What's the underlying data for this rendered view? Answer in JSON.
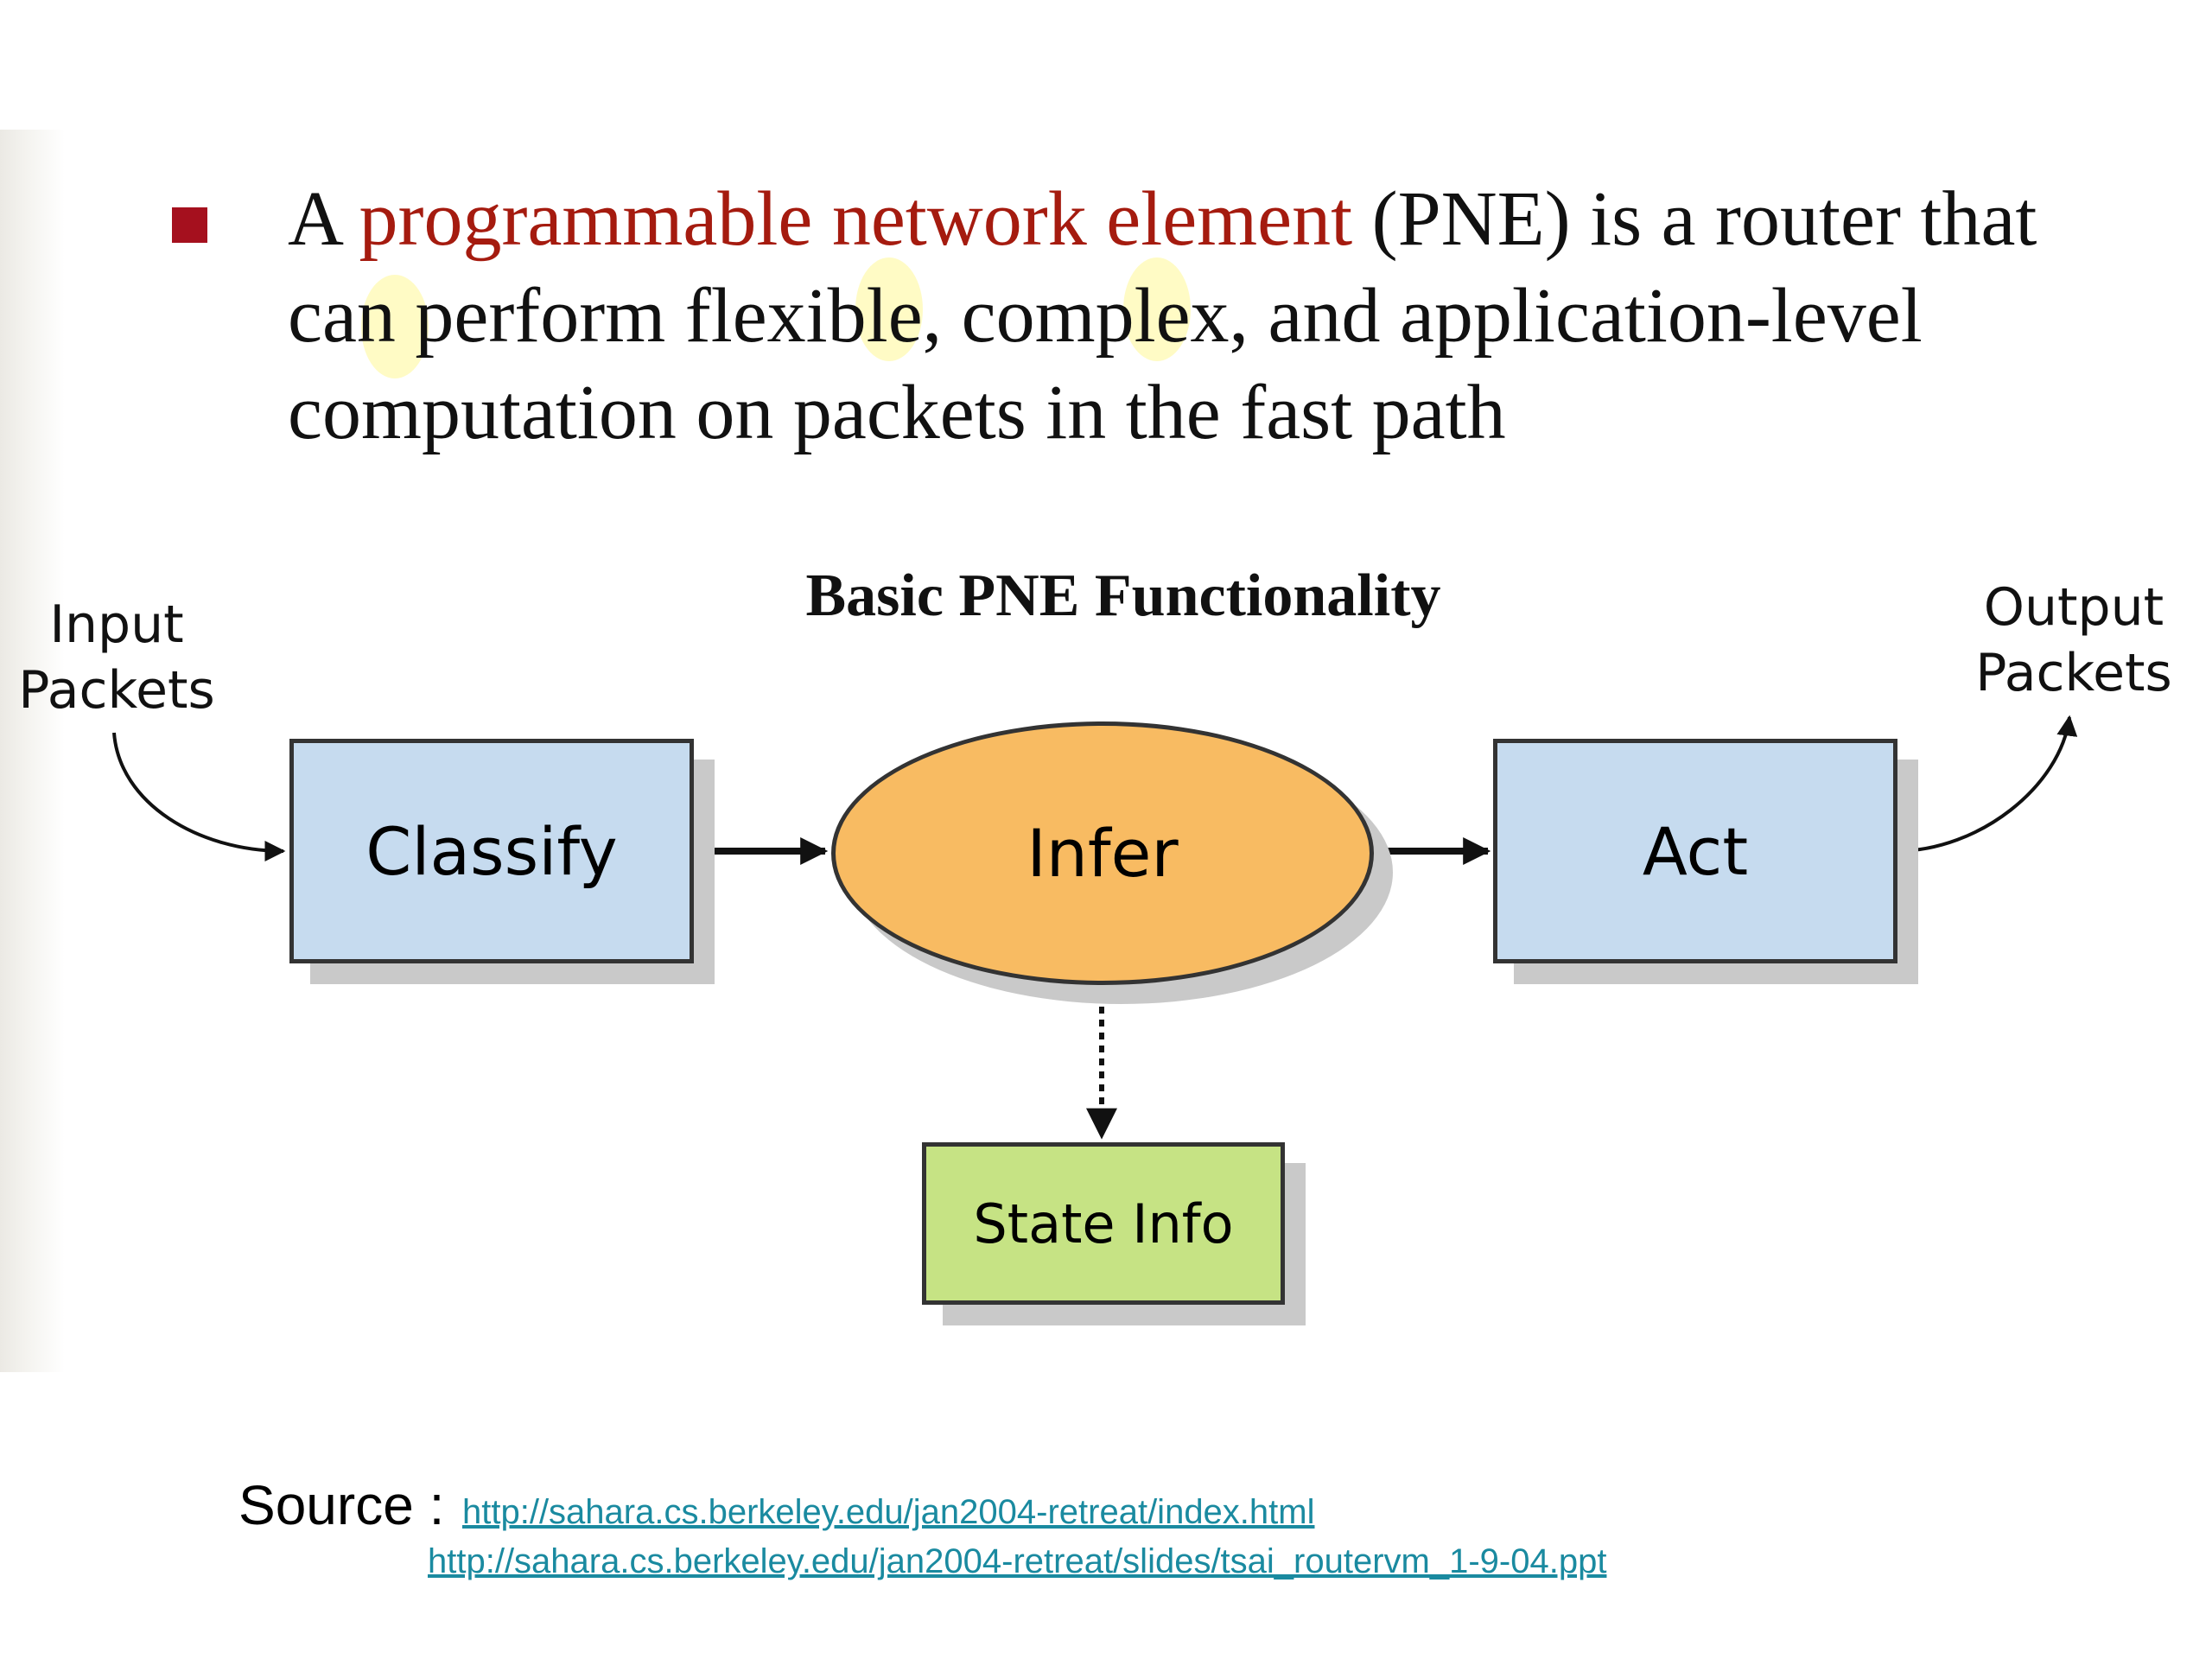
{
  "bullet": {
    "prefix": "A ",
    "highlight": "programmable network element",
    "line1_rest": " (PNE) is a router that",
    "line2": "can perform flexible, complex, and application-level",
    "line3": "computation on packets in the fast path",
    "bullet_color": "#a5101e",
    "highlight_color": "#a51b0f"
  },
  "diagram": {
    "title": "Basic PNE Functionality",
    "input_label_line1": "Input",
    "input_label_line2": "Packets",
    "output_label_line1": "Output",
    "output_label_line2": "Packets",
    "nodes": {
      "classify": "Classify",
      "infer": "Infer",
      "act": "Act",
      "state_info": "State Info"
    },
    "colors": {
      "classify_fill": "#c6dbef",
      "infer_fill": "#f8bb62",
      "act_fill": "#c6dbef",
      "state_info_fill": "#c6e384"
    }
  },
  "source": {
    "label": "Source : ",
    "link1": "http://sahara.cs.berkeley.edu/jan2004-retreat/index.html",
    "link2": "http://sahara.cs.berkeley.edu/jan2004-retreat/slides/tsai_routervm_1-9-04.ppt",
    "link_color": "#1a8aa0"
  }
}
